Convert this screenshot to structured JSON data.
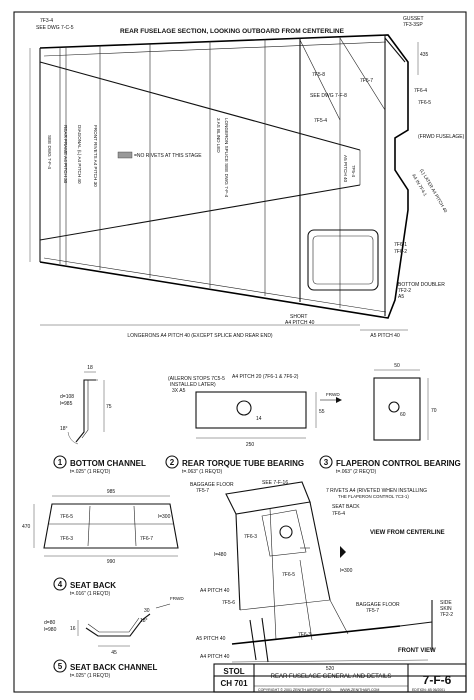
{
  "top_view": {
    "title": "REAR FUSELAGE SECTION, LOOKING OUTBOARD FROM CENTERLINE",
    "see_dwg_ref": "7F3-4",
    "see_dwg_ref2": "SEE DWG 7-C-5",
    "gusset": "GUSSET",
    "gusset_ref": "7F3-3SP",
    "dim_435": "435",
    "ref_7F5_8": "7F5-8",
    "ref_7F5_7": "7F5-7",
    "see_dwg_7F8": "SEE DWG 7-F-8",
    "ref_7F6_4": "7F6-4",
    "ref_7F6_5": "7F6-5",
    "frwd_fuselage": "(FRWD FUSELAGE)",
    "ref_7F5_4": "7F5-4",
    "longeron_splice_1": "LONGERON SPLICE SEE DWG 7-F-4",
    "longeron_splice_2": "3 AS BLIND LED",
    "ref_7F5_4b": "7F5-4",
    "a5_pitch_40": "A5 PITCH 40",
    "later_a4": "(L) LATER A4 PITCH 40",
    "a4_7F4_1": "A4 IN 7F4-1",
    "see_dwg_7F4": "SEE DWG 7-F-4",
    "rear_frame": "REAR FRAME A4 PITCH 30",
    "diagonal": "DIAGONAL (L) A4 PITCH 40",
    "front_rivets": "FRONT RIVETS A4 PITCH 30",
    "no_rivets": "=NO RIVETS AT THIS STAGE",
    "ref_7F6_1": "7F6-1",
    "ref_7F6_2": "7F6-2",
    "bottom_doubler": "BOTTOM DOUBLER",
    "ref_7F2_2": "7F2-2",
    "a5": "A5",
    "short": "SHORT",
    "a4_pitch_40": "A4 PITCH 40",
    "longerons": "LONGERONS A4 PITCH 40 (EXCEPT SPLICE AND REAR END)",
    "a5_pitch_40_bottom": "A5 PITCH 40"
  },
  "parts": {
    "p1": {
      "num": "1",
      "name": "BOTTOM CHANNEL",
      "spec": "t=.025\" (1 REQ'D)",
      "d": "d=108",
      "l": "l=985",
      "dim_18": "18",
      "dim_75": "75",
      "dim_18b": "18°"
    },
    "p2": {
      "num": "2",
      "name": "REAR TORQUE TUBE BEARING",
      "spec": "t=.063\" (1 REQ'D)",
      "aileron": "(AILERON STOPS 7C5-5",
      "aileron2": "INSTALLED LATER)",
      "aileron3": "3X A5",
      "pitch": "A4 PITCH 20 (7F6-1 & 7F6-2)",
      "frwd": "FRWD",
      "dim_250": "250",
      "dim_55": "55",
      "dim_14": "14"
    },
    "p3": {
      "num": "3",
      "name": "FLAPERON CONTROL BEARING",
      "spec": "t=.063\" (2 REQ'D)",
      "dim_50": "50",
      "dim_70": "70",
      "dim_60": "60"
    },
    "p4": {
      "num": "4",
      "name": "SEAT BACK",
      "spec": "t=.016\" (1 REQ'D)",
      "dim_985": "985",
      "dim_470": "470",
      "dim_990": "990",
      "r1": "7F6-5",
      "r2": "7F6-3",
      "r3": "7F6-7",
      "l300": "l=300"
    },
    "p5": {
      "num": "5",
      "name": "SEAT BACK CHANNEL",
      "spec": "t=.025\" (1 REQ'D)",
      "d": "d=80",
      "l": "l=980",
      "dim_16": "16",
      "dim_30": "30",
      "dim_45": "45",
      "dim_18": "18°",
      "frwd": "FRWD"
    }
  },
  "front_view": {
    "baggage_floor": "BAGGAGE FLOOR",
    "ref_7F5_7": "7F5-7",
    "see_7F16": "SEE 7-F-16",
    "rivets_note": "7 RIVETS A4 (RIVETED WHEN INSTALLING",
    "rivets_note2": "THE FLAPERON CONTROL 7C3-1)",
    "seat_back": "SEAT BACK",
    "ref_7F6_4": "7F6-4",
    "ref_7F6_3": "7F6-3",
    "l480": "l=480",
    "view_label": "VIEW FROM CENTERLINE",
    "ref_7F6_5": "7F6-5",
    "l300": "l=300",
    "a4_pitch_40": "A4 PITCH 40",
    "ref_7F5_6": "7F5-6",
    "a5_pitch_40": "A5 PITCH 40",
    "ref_7F6_3b": "7F6-3",
    "baggage_floor2": "BAGGAGE FLOOR",
    "ref_7F5_7b": "7F5-7",
    "side_skin": "SIDE",
    "side_skin2": "SKIN",
    "ref_7F2_2": "7F2-2",
    "dim_520": "520",
    "a4_pitch_40b": "A4 PITCH 40",
    "front_view": "FRONT VIEW"
  },
  "title_block": {
    "model1": "STOL",
    "model2": "CH 701",
    "title": "REAR FUSELAGE GENERAL AND DETAILS",
    "dwg_no": "7-F-6",
    "copyright": "COPYRIGHT © 2001 ZENITH AIRCRAFT CO.",
    "website": "WWW.ZENITHAIR.COM",
    "edition": "EDITION: 4B 06/2001"
  }
}
